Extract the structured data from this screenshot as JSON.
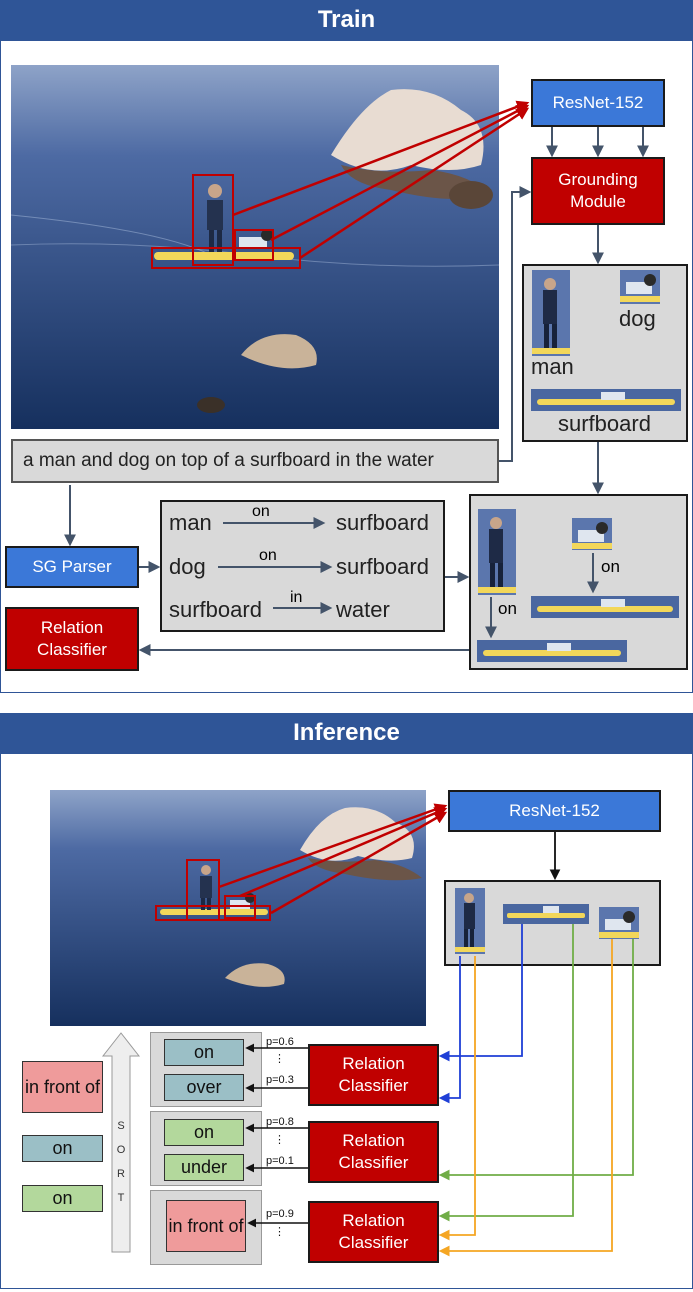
{
  "train": {
    "title": "Train",
    "resnet": "ResNet-152",
    "grounding": [
      "Grounding",
      "Module"
    ],
    "crop_labels": {
      "dog": "dog",
      "man": "man",
      "surfboard": "surfboard"
    },
    "caption": "a man and dog on top of a surfboard in the water",
    "sg_parser": "SG Parser",
    "relation_classifier": [
      "Relation",
      "Classifier"
    ],
    "triples": [
      {
        "subject": "man",
        "predicate": "on",
        "object": "surfboard"
      },
      {
        "subject": "dog",
        "predicate": "on",
        "object": "surfboard"
      },
      {
        "subject": "surfboard",
        "predicate": "in",
        "object": "water"
      }
    ],
    "graph_edges": {
      "dog_on": "on",
      "man_on": "on"
    }
  },
  "inference": {
    "title": "Inference",
    "resnet": "ResNet-152",
    "relation_classifier": [
      "Relation",
      "Classifier"
    ],
    "groups": [
      {
        "top": "on",
        "top_p": "p=0.6",
        "dots": "⋮",
        "bottom": "over",
        "bottom_p": "p=0.3"
      },
      {
        "top": "on",
        "top_p": "p=0.8",
        "dots": "⋮",
        "bottom": "under",
        "bottom_p": "p=0.1"
      },
      {
        "top": "in front of",
        "top_p": "p=0.9",
        "dots": "⋮"
      }
    ],
    "sorted": [
      "in front of",
      "on",
      "on"
    ],
    "sort_label": "S O R T"
  },
  "colors": {
    "banner": "#2f5597",
    "resnet_blue": "#3b78d8",
    "classifier_red": "#c00000",
    "arrow_gray": "#44546a",
    "blue_line": "#1f3fd6",
    "green_line": "#70ad47",
    "orange_line": "#f5a623"
  }
}
